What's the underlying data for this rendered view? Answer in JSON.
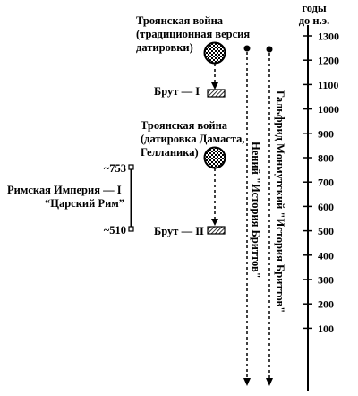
{
  "axis": {
    "title_line1": "годы",
    "title_line2": "до н.э.",
    "ticks": [
      "1300",
      "1200",
      "1100",
      "1000",
      "900",
      "800",
      "700",
      "600",
      "500",
      "400",
      "300",
      "200",
      "100"
    ]
  },
  "troy_traditional": {
    "line1": "Троянская война",
    "line2": "(традиционная версия",
    "line3": "датировки)"
  },
  "brut1": "Брут — I",
  "troy_damast": {
    "line1": "Троянская война",
    "line2": "(датировка Дамаста,",
    "line3": "Гелланика)"
  },
  "brut2": "Брут — II",
  "rome": {
    "start": "~753",
    "end": "~510",
    "line1": "Римская Империя — I",
    "line2": "“Царский Рим”"
  },
  "nennius": "Нений \"История Бриттов\"",
  "geoffrey": "Гальфрид Монмутский \"История Бриттов\""
}
